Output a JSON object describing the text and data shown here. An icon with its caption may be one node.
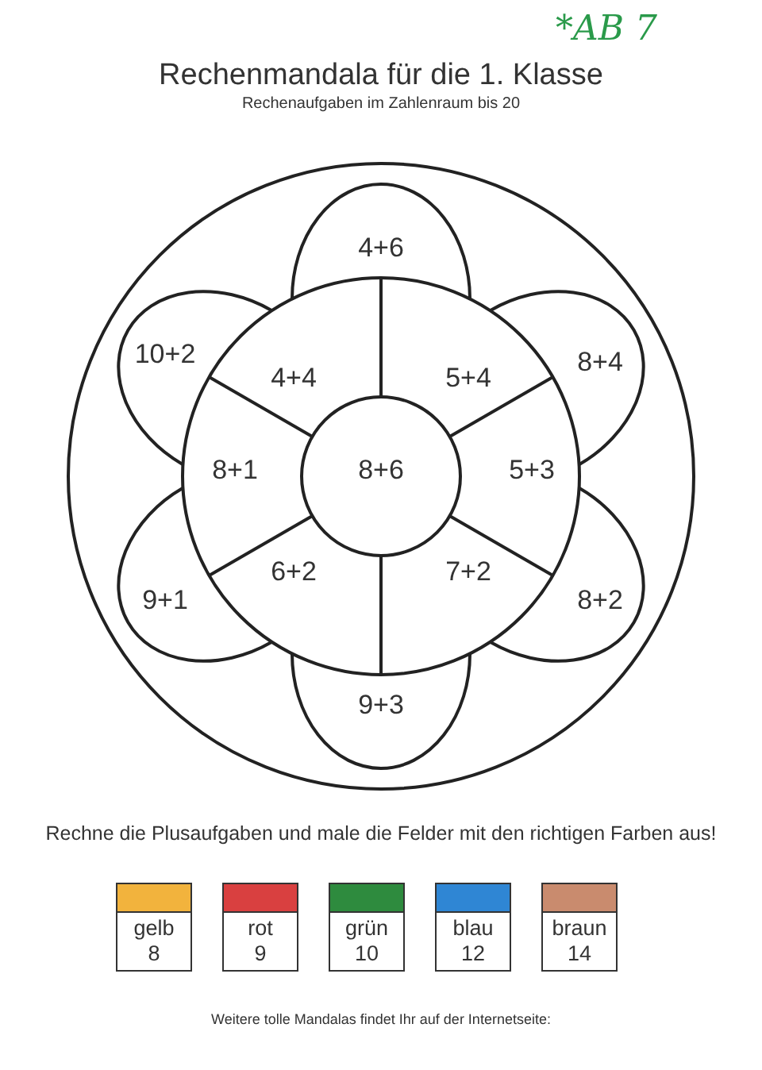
{
  "diagram": {
    "title": "Rechenmandala für die 1. Klasse",
    "nodes": [
      {
        "text": [],
        "shape": "circle"
      },
      {
        "text": [
          "4+6"
        ],
        "in": 0
      },
      {
        "text": [
          "10+2"
        ],
        "in": 0
      },
      {
        "text": [
          "8+4"
        ],
        "in": 0
      },
      {
        "text": [
          "4+4"
        ],
        "in": 0
      },
      {
        "text": [
          "5+4"
        ],
        "in": 0
      },
      {
        "text": [
          "8+1"
        ],
        "in": 0
      },
      {
        "text": [
          "8+6"
        ],
        "in": 0
      },
      {
        "text": [
          "5+3"
        ],
        "in": 0
      },
      {
        "text": [
          "6+2"
        ],
        "in": 0
      },
      {
        "text": [
          "7+2"
        ],
        "in": 0
      },
      {
        "text": [
          "9+1"
        ],
        "in": 0
      },
      {
        "text": [
          "8+2"
        ],
        "in": 0
      },
      {
        "text": [
          "9+3"
        ],
        "in": 0
      }
    ],
    "edges": [],
    "labels": [
      "*AB 7",
      "Rechenaufgaben im Zahlenraum bis 20",
      "Rechne die Plusaufgaben und male die Felder mit den richtigen Farben aus!",
      "Weitere tolle Mandalas findet Ihr auf der Internetseite:"
    ],
    "legend": [
      {
        "text": "gelb 8",
        "color": "#f2b33d"
      },
      {
        "text": "rot 9",
        "color": "#d94040"
      },
      {
        "text": "grün 10",
        "color": "#2e8b3e"
      },
      {
        "text": "blau 12",
        "color": "#2f86d4"
      },
      {
        "text": "braun 14",
        "color": "#c98b6e"
      }
    ]
  }
}
